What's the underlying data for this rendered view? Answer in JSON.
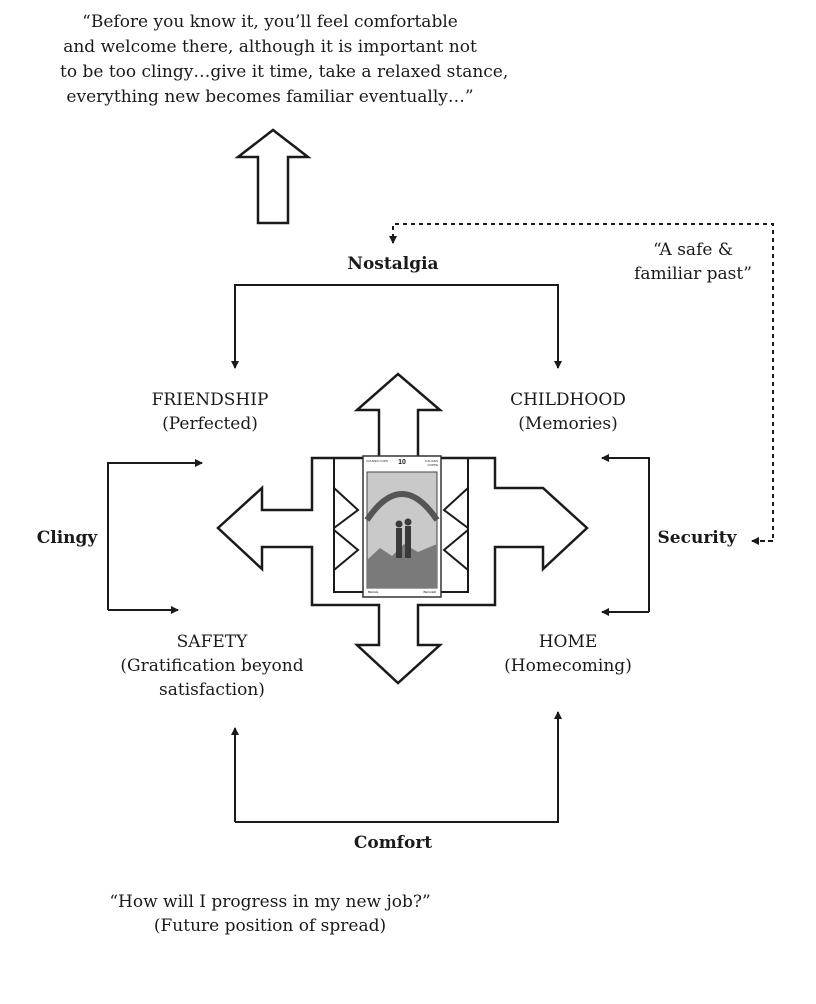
{
  "top_quote": {
    "lines": [
      "“Before you know it, you’ll feel comfortable",
      "and welcome there, although it is important not",
      "to be too clingy…give it time, take a relaxed stance,",
      "everything new becomes familiar eventually…”"
    ]
  },
  "side_quote": {
    "lines": [
      "“A safe &",
      "familiar past”"
    ]
  },
  "edges": {
    "nostalgia": "Nostalgia",
    "comfort": "Comfort",
    "clingy": "Clingy",
    "security": "Security"
  },
  "nodes": {
    "friendship": {
      "title": "FRIENDSHIP",
      "sub": [
        "(Perfected)"
      ]
    },
    "childhood": {
      "title": "CHILDHOOD",
      "sub": [
        "(Memories)"
      ]
    },
    "safety": {
      "title": "SAFETY",
      "sub": [
        "(Gratification beyond",
        "satisfaction)"
      ]
    },
    "home": {
      "title": "HOME",
      "sub": [
        "(Homecoming)"
      ]
    }
  },
  "card": {
    "number": "10",
    "top_left": "COUPES CUPS",
    "top_right": "CALICES COPPE",
    "bottom_left": "BECHE",
    "bottom_right": "BECHER"
  },
  "bottom_question": {
    "line1": "“How will I progress in my new job?”",
    "line2": "(Future position of spread)"
  }
}
